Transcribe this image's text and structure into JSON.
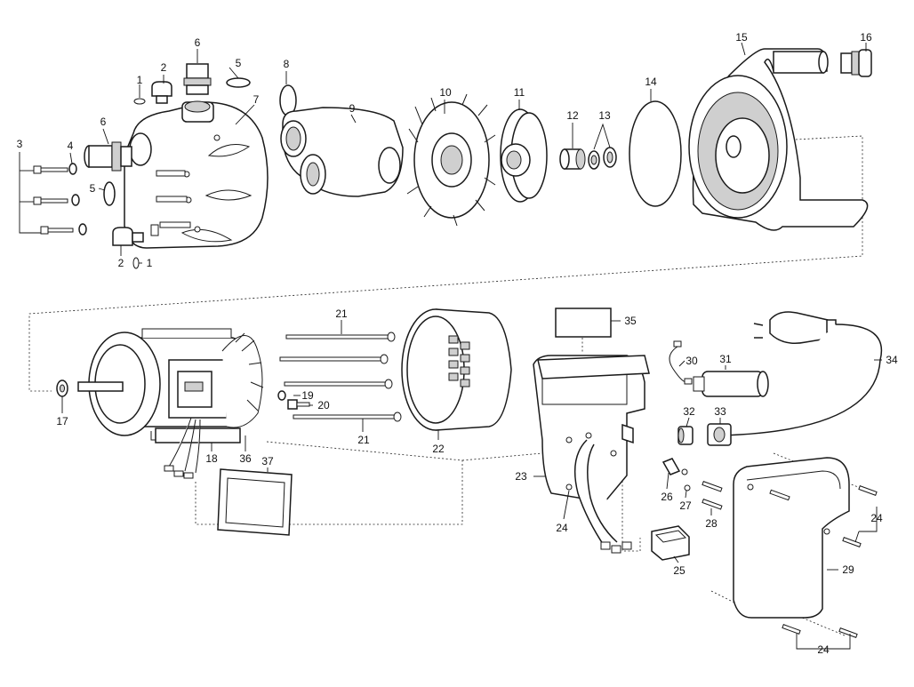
{
  "labels": {
    "p1a": "1",
    "p2a": "2",
    "p6a": "6",
    "p5a": "5",
    "p7": "7",
    "p3": "3",
    "p4": "4",
    "p6b": "6",
    "p5b": "5",
    "p2b": "2",
    "p1b": "1",
    "p8": "8",
    "p9": "9",
    "p10": "10",
    "p11": "11",
    "p12": "12",
    "p13": "13",
    "p14": "14",
    "p15": "15",
    "p16": "16",
    "p17": "17",
    "p21a": "21",
    "p19": "19",
    "p20": "20",
    "p21b": "21",
    "p18": "18",
    "p36": "36",
    "p37": "37",
    "p22": "22",
    "p35": "35",
    "p30": "30",
    "p31": "31",
    "p34": "34",
    "p32": "32",
    "p33": "33",
    "p23": "23",
    "p24a": "24",
    "p26": "26",
    "p27": "27",
    "p28": "28",
    "p25": "25",
    "p24b": "24",
    "p29": "29",
    "p24c": "24"
  }
}
